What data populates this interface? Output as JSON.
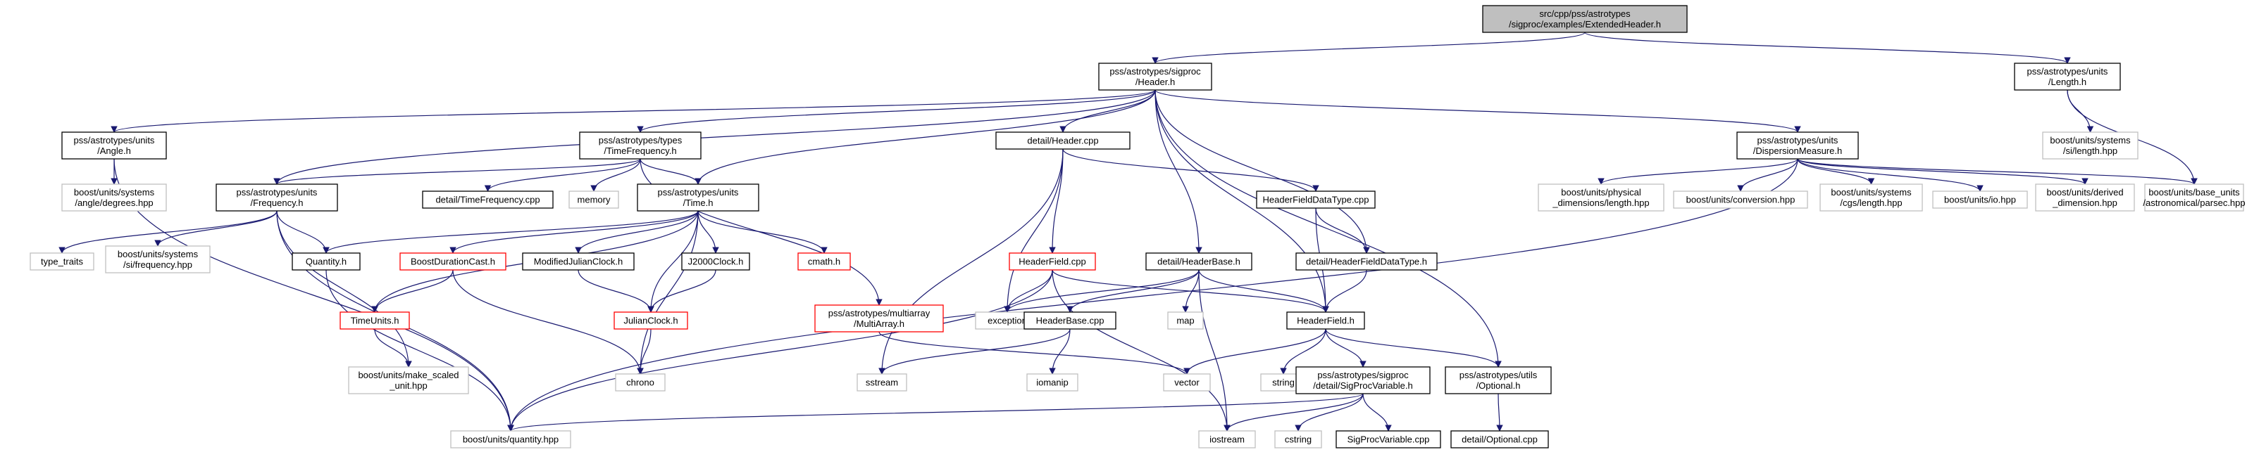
{
  "colors": {
    "root_fill": "#bfbfbf",
    "node_border": "#000000",
    "system_border": "#bfbfbf",
    "missing_border": "#ff0000",
    "edge": "#191970",
    "text": "#000000"
  },
  "nodes": [
    {
      "id": "root",
      "lines": [
        "src/cpp/pss/astrotypes",
        "/sigproc/examples/ExtendedHeader.h"
      ],
      "kind": "root"
    },
    {
      "id": "sigproc_header",
      "lines": [
        "pss/astrotypes/sigproc",
        "/Header.h"
      ],
      "kind": "normal"
    },
    {
      "id": "length_h",
      "lines": [
        "pss/astrotypes/units",
        "/Length.h"
      ],
      "kind": "normal"
    },
    {
      "id": "angle_h",
      "lines": [
        "pss/astrotypes/units",
        "/Angle.h"
      ],
      "kind": "normal"
    },
    {
      "id": "timefreq_h",
      "lines": [
        "pss/astrotypes/types",
        "/TimeFrequency.h"
      ],
      "kind": "normal"
    },
    {
      "id": "header_cpp",
      "lines": [
        "detail/Header.cpp"
      ],
      "kind": "normal"
    },
    {
      "id": "dispersion_h",
      "lines": [
        "pss/astrotypes/units",
        "/DispersionMeasure.h"
      ],
      "kind": "normal"
    },
    {
      "id": "si_length",
      "lines": [
        "boost/units/systems",
        "/si/length.hpp"
      ],
      "kind": "system"
    },
    {
      "id": "angle_degrees",
      "lines": [
        "boost/units/systems",
        "/angle/degrees.hpp"
      ],
      "kind": "system"
    },
    {
      "id": "frequency_h",
      "lines": [
        "pss/astrotypes/units",
        "/Frequency.h"
      ],
      "kind": "normal"
    },
    {
      "id": "timefreq_cpp",
      "lines": [
        "detail/TimeFrequency.cpp"
      ],
      "kind": "normal"
    },
    {
      "id": "memory",
      "lines": [
        "memory"
      ],
      "kind": "system"
    },
    {
      "id": "time_h",
      "lines": [
        "pss/astrotypes/units",
        "/Time.h"
      ],
      "kind": "normal"
    },
    {
      "id": "hfdt_cpp",
      "lines": [
        "HeaderFieldDataType.cpp"
      ],
      "kind": "normal"
    },
    {
      "id": "phys_length",
      "lines": [
        "boost/units/physical",
        "_dimensions/length.hpp"
      ],
      "kind": "system"
    },
    {
      "id": "conversion",
      "lines": [
        "boost/units/conversion.hpp"
      ],
      "kind": "system"
    },
    {
      "id": "cgs_length",
      "lines": [
        "boost/units/systems",
        "/cgs/length.hpp"
      ],
      "kind": "system"
    },
    {
      "id": "io_hpp",
      "lines": [
        "boost/units/io.hpp"
      ],
      "kind": "system"
    },
    {
      "id": "derived_dim",
      "lines": [
        "boost/units/derived",
        "_dimension.hpp"
      ],
      "kind": "system"
    },
    {
      "id": "parsec",
      "lines": [
        "boost/units/base_units",
        "/astronomical/parsec.hpp"
      ],
      "kind": "system"
    },
    {
      "id": "type_traits",
      "lines": [
        "type_traits"
      ],
      "kind": "system"
    },
    {
      "id": "si_frequency",
      "lines": [
        "boost/units/systems",
        "/si/frequency.hpp"
      ],
      "kind": "system"
    },
    {
      "id": "quantity_h",
      "lines": [
        "Quantity.h"
      ],
      "kind": "normal"
    },
    {
      "id": "boost_duration",
      "lines": [
        "BoostDurationCast.h"
      ],
      "kind": "missing"
    },
    {
      "id": "mjc_h",
      "lines": [
        "ModifiedJulianClock.h"
      ],
      "kind": "normal"
    },
    {
      "id": "j2000_h",
      "lines": [
        "J2000Clock.h"
      ],
      "kind": "normal"
    },
    {
      "id": "cmath_h",
      "lines": [
        "cmath.h"
      ],
      "kind": "missing"
    },
    {
      "id": "headerfield_cpp",
      "lines": [
        "HeaderField.cpp"
      ],
      "kind": "missing"
    },
    {
      "id": "headerbase_h",
      "lines": [
        "detail/HeaderBase.h"
      ],
      "kind": "normal"
    },
    {
      "id": "hfdt_h",
      "lines": [
        "detail/HeaderFieldDataType.h"
      ],
      "kind": "normal"
    },
    {
      "id": "timeunits_h",
      "lines": [
        "TimeUnits.h"
      ],
      "kind": "missing"
    },
    {
      "id": "multiarray_h",
      "lines": [
        "pss/astrotypes/multiarray",
        "/MultiArray.h"
      ],
      "kind": "missing"
    },
    {
      "id": "julianclock_h",
      "lines": [
        "JulianClock.h"
      ],
      "kind": "missing"
    },
    {
      "id": "exception",
      "lines": [
        "exception"
      ],
      "kind": "system"
    },
    {
      "id": "headerbase_cpp",
      "lines": [
        "HeaderBase.cpp"
      ],
      "kind": "normal"
    },
    {
      "id": "map",
      "lines": [
        "map"
      ],
      "kind": "system"
    },
    {
      "id": "headerfield_h",
      "lines": [
        "HeaderField.h"
      ],
      "kind": "normal"
    },
    {
      "id": "make_scaled",
      "lines": [
        "boost/units/make_scaled",
        "_unit.hpp"
      ],
      "kind": "system"
    },
    {
      "id": "chrono",
      "lines": [
        "chrono"
      ],
      "kind": "system"
    },
    {
      "id": "sstream",
      "lines": [
        "sstream"
      ],
      "kind": "system"
    },
    {
      "id": "iomanip",
      "lines": [
        "iomanip"
      ],
      "kind": "system"
    },
    {
      "id": "vector",
      "lines": [
        "vector"
      ],
      "kind": "system"
    },
    {
      "id": "string",
      "lines": [
        "string"
      ],
      "kind": "system"
    },
    {
      "id": "sigprocvar_h",
      "lines": [
        "pss/astrotypes/sigproc",
        "/detail/SigProcVariable.h"
      ],
      "kind": "normal"
    },
    {
      "id": "optional_h",
      "lines": [
        "pss/astrotypes/utils",
        "/Optional.h"
      ],
      "kind": "normal"
    },
    {
      "id": "boost_quantity",
      "lines": [
        "boost/units/quantity.hpp"
      ],
      "kind": "system"
    },
    {
      "id": "iostream",
      "lines": [
        "iostream"
      ],
      "kind": "system"
    },
    {
      "id": "cstring",
      "lines": [
        "cstring"
      ],
      "kind": "system"
    },
    {
      "id": "sigprocvar_cpp",
      "lines": [
        "SigProcVariable.cpp"
      ],
      "kind": "normal"
    },
    {
      "id": "optional_cpp",
      "lines": [
        "detail/Optional.cpp"
      ],
      "kind": "normal"
    }
  ],
  "edges": [
    [
      "root",
      "sigproc_header"
    ],
    [
      "root",
      "length_h"
    ],
    [
      "length_h",
      "si_length"
    ],
    [
      "length_h",
      "parsec"
    ],
    [
      "sigproc_header",
      "angle_h"
    ],
    [
      "sigproc_header",
      "timefreq_h"
    ],
    [
      "sigproc_header",
      "frequency_h"
    ],
    [
      "sigproc_header",
      "time_h"
    ],
    [
      "sigproc_header",
      "header_cpp"
    ],
    [
      "sigproc_header",
      "headerbase_h"
    ],
    [
      "sigproc_header",
      "hfdt_h"
    ],
    [
      "sigproc_header",
      "headerfield_h"
    ],
    [
      "sigproc_header",
      "optional_h"
    ],
    [
      "sigproc_header",
      "dispersion_h"
    ],
    [
      "angle_h",
      "angle_degrees"
    ],
    [
      "angle_h",
      "boost_quantity"
    ],
    [
      "timefreq_h",
      "frequency_h"
    ],
    [
      "timefreq_h",
      "timefreq_cpp"
    ],
    [
      "timefreq_h",
      "memory"
    ],
    [
      "timefreq_h",
      "time_h"
    ],
    [
      "timefreq_h",
      "multiarray_h"
    ],
    [
      "frequency_h",
      "type_traits"
    ],
    [
      "frequency_h",
      "si_frequency"
    ],
    [
      "frequency_h",
      "quantity_h"
    ],
    [
      "frequency_h",
      "make_scaled"
    ],
    [
      "frequency_h",
      "boost_quantity"
    ],
    [
      "time_h",
      "quantity_h"
    ],
    [
      "time_h",
      "boost_duration"
    ],
    [
      "time_h",
      "mjc_h"
    ],
    [
      "time_h",
      "j2000_h"
    ],
    [
      "time_h",
      "cmath_h"
    ],
    [
      "time_h",
      "timeunits_h"
    ],
    [
      "time_h",
      "julianclock_h"
    ],
    [
      "time_h",
      "chrono"
    ],
    [
      "header_cpp",
      "hfdt_cpp"
    ],
    [
      "header_cpp",
      "headerfield_cpp"
    ],
    [
      "header_cpp",
      "exception"
    ],
    [
      "header_cpp",
      "sstream"
    ],
    [
      "dispersion_h",
      "phys_length"
    ],
    [
      "dispersion_h",
      "conversion"
    ],
    [
      "dispersion_h",
      "cgs_length"
    ],
    [
      "dispersion_h",
      "io_hpp"
    ],
    [
      "dispersion_h",
      "derived_dim"
    ],
    [
      "dispersion_h",
      "parsec"
    ],
    [
      "dispersion_h",
      "boost_quantity"
    ],
    [
      "hfdt_cpp",
      "hfdt_h"
    ],
    [
      "hfdt_cpp",
      "headerfield_h"
    ],
    [
      "hfdt_h",
      "headerfield_h"
    ],
    [
      "quantity_h",
      "boost_quantity"
    ],
    [
      "boost_duration",
      "timeunits_h"
    ],
    [
      "boost_duration",
      "chrono"
    ],
    [
      "mjc_h",
      "julianclock_h"
    ],
    [
      "j2000_h",
      "julianclock_h"
    ],
    [
      "timeunits_h",
      "make_scaled"
    ],
    [
      "julianclock_h",
      "chrono"
    ],
    [
      "multiarray_h",
      "vector"
    ],
    [
      "headerfield_cpp",
      "headerfield_h"
    ],
    [
      "headerfield_cpp",
      "exception"
    ],
    [
      "headerfield_cpp",
      "iostream"
    ],
    [
      "headerfield_cpp",
      "boost_quantity"
    ],
    [
      "headerbase_h",
      "headerfield_h"
    ],
    [
      "headerbase_h",
      "headerbase_cpp"
    ],
    [
      "headerbase_h",
      "map"
    ],
    [
      "headerbase_h",
      "exception"
    ],
    [
      "headerbase_h",
      "iostream"
    ],
    [
      "headerbase_cpp",
      "sstream"
    ],
    [
      "headerbase_cpp",
      "iomanip"
    ],
    [
      "headerfield_h",
      "vector"
    ],
    [
      "headerfield_h",
      "string"
    ],
    [
      "headerfield_h",
      "sigprocvar_h"
    ],
    [
      "headerfield_h",
      "optional_h"
    ],
    [
      "sigprocvar_h",
      "boost_quantity"
    ],
    [
      "sigprocvar_h",
      "iostream"
    ],
    [
      "sigprocvar_h",
      "cstring"
    ],
    [
      "sigprocvar_h",
      "sigprocvar_cpp"
    ],
    [
      "optional_h",
      "optional_cpp"
    ]
  ]
}
